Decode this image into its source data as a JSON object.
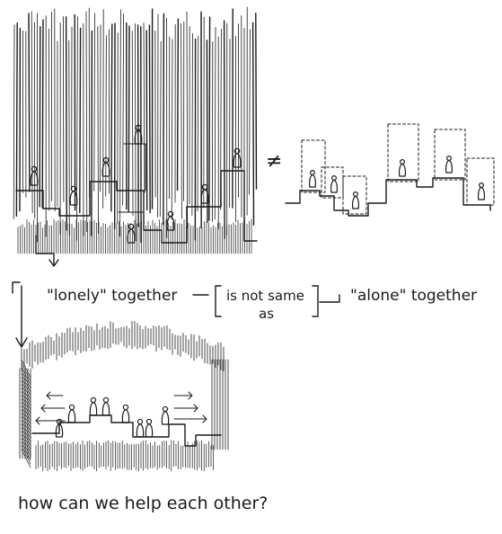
{
  "labels": {
    "not_equal": "≠",
    "lonely_together": "\"lonely\" together",
    "is_not_same": "is not same",
    "as": "as",
    "alone_together": "\"alone\" together",
    "question": "how can we help each other?"
  },
  "colors": {
    "ink": "#1a1a1a",
    "paper": "#ffffff"
  }
}
